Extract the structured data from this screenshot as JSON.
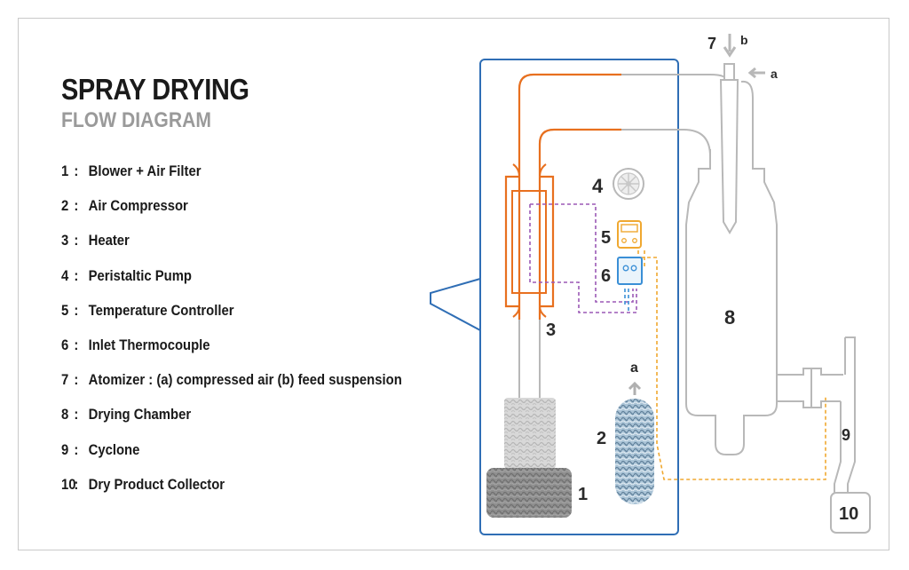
{
  "title": "SPRAY DRYING",
  "subtitle": "FLOW DIAGRAM",
  "legend": [
    {
      "num": "1",
      "sep": ":",
      "text": "Blower + Air Filter"
    },
    {
      "num": "2",
      "sep": ":",
      "text": "Air Compressor"
    },
    {
      "num": "3",
      "sep": ":",
      "text": "Heater"
    },
    {
      "num": "4",
      "sep": ":",
      "text": "Peristaltic Pump"
    },
    {
      "num": "5",
      "sep": ":",
      "text": "Temperature Controller"
    },
    {
      "num": "6",
      "sep": ":",
      "text": "Inlet Thermocouple"
    },
    {
      "num": "7",
      "sep": ":",
      "text": "Atomizer : (a) compressed air (b) feed suspension"
    },
    {
      "num": "8",
      "sep": ":",
      "text": "Drying Chamber"
    },
    {
      "num": "9",
      "sep": ":",
      "text": "Cyclone"
    },
    {
      "num": "10",
      "sep": ":",
      "text": "Dry Product Collector"
    }
  ],
  "diagram_labels": {
    "blower": "1",
    "compressor": "2",
    "heater": "3",
    "pump": "4",
    "temp_controller": "5",
    "thermocouple": "6",
    "atomizer": "7",
    "drying_chamber": "8",
    "cyclone": "9",
    "collector": "10",
    "feed_b": "b",
    "air_a": "a",
    "compressor_out_a": "a"
  },
  "colors": {
    "frame_border": "#c9c9c9",
    "unit_box": "#2f6eb5",
    "hot_air_line": "#e8701f",
    "gray_line": "#b8b8b8",
    "controller_dashed": "#f0a830",
    "thermocouple_dashed": "#3a8fd6",
    "heater_dashed": "#9b59b6",
    "title": "#1a1a1a",
    "subtitle": "#9a9a9a"
  },
  "icons": {
    "pump": "peristaltic-pump-icon",
    "controller": "temperature-controller-icon",
    "thermocouple": "thermocouple-icon",
    "blower": "blower-filter-icon",
    "compressor": "air-compressor-icon"
  }
}
